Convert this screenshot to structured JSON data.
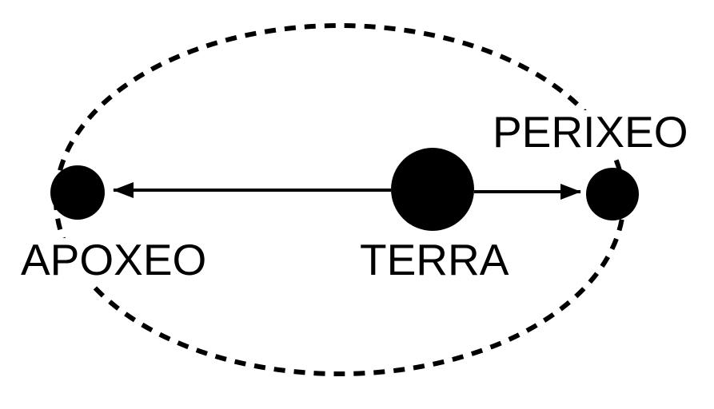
{
  "diagram": {
    "name": "orbit-apogee-perigee-diagram",
    "labels": {
      "apogee": "APOXEO",
      "earth": "TERRA",
      "perigee": "PERIXEO"
    },
    "colors": {
      "ink": "#000000",
      "background": "#ffffff"
    }
  }
}
